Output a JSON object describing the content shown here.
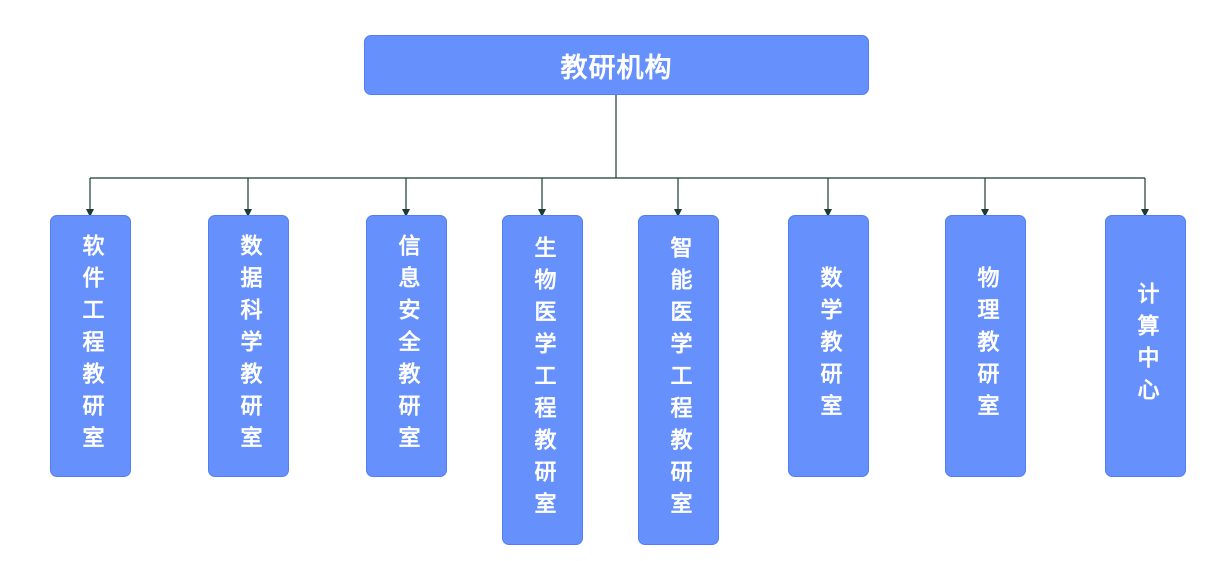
{
  "colors": {
    "box_fill": "#6690fb",
    "box_border": "#4f7ef5",
    "text": "#ffffff",
    "connector": "#1b3a33"
  },
  "root": {
    "label": "教研机构"
  },
  "children": [
    {
      "label": "软件工程教研室"
    },
    {
      "label": "数据科学教研室"
    },
    {
      "label": "信息安全教研室"
    },
    {
      "label": "生物医学工程教研室"
    },
    {
      "label": "智能医学工程教研室"
    },
    {
      "label": "数学教研室"
    },
    {
      "label": "物理教研室"
    },
    {
      "label": "计算中心"
    }
  ]
}
